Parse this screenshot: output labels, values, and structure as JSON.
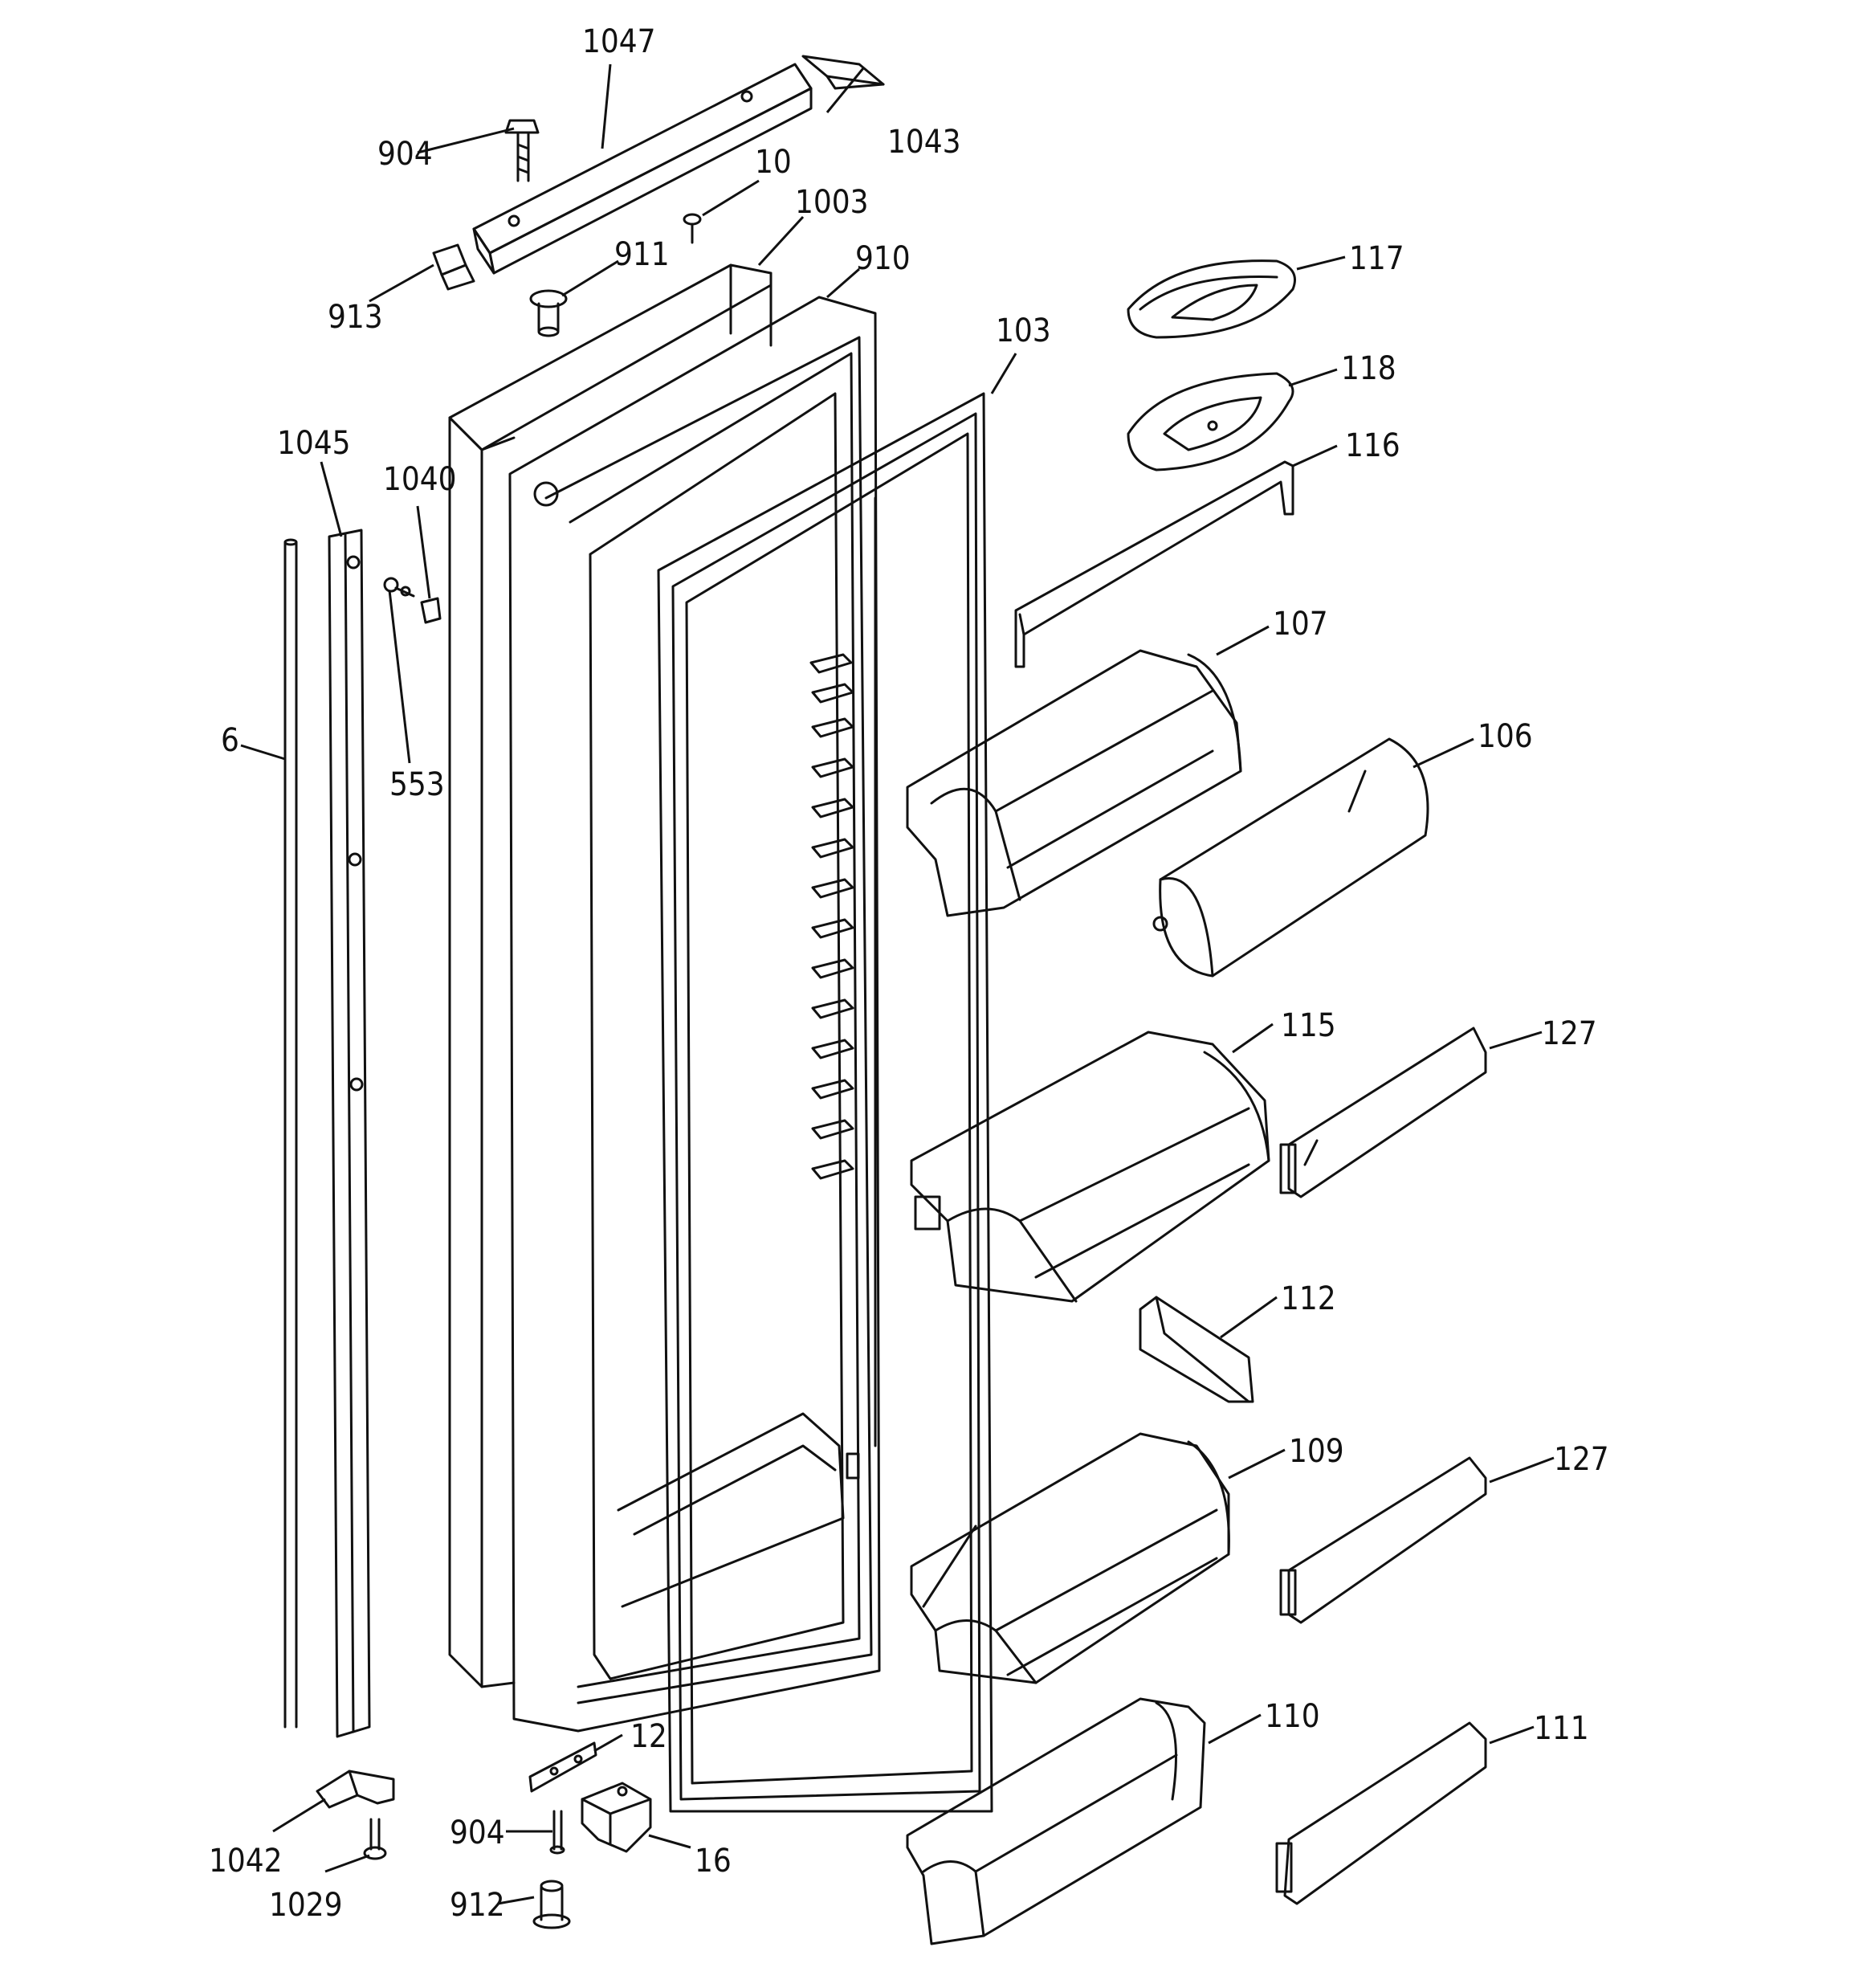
{
  "diagram": {
    "callouts": [
      {
        "id": "c1047a",
        "label": "1047"
      },
      {
        "id": "c1043",
        "label": "1043"
      },
      {
        "id": "c904a",
        "label": "904"
      },
      {
        "id": "c10",
        "label": "10"
      },
      {
        "id": "c1003",
        "label": "1003"
      },
      {
        "id": "c911",
        "label": "911"
      },
      {
        "id": "c910",
        "label": "910"
      },
      {
        "id": "c913",
        "label": "913"
      },
      {
        "id": "c103",
        "label": "103"
      },
      {
        "id": "c117",
        "label": "117"
      },
      {
        "id": "c118",
        "label": "118"
      },
      {
        "id": "c116",
        "label": "116"
      },
      {
        "id": "c1045",
        "label": "1045"
      },
      {
        "id": "c1040",
        "label": "1040"
      },
      {
        "id": "c107",
        "label": "107"
      },
      {
        "id": "c6",
        "label": "6"
      },
      {
        "id": "c553",
        "label": "553"
      },
      {
        "id": "c106",
        "label": "106"
      },
      {
        "id": "c115",
        "label": "115"
      },
      {
        "id": "c127a",
        "label": "127"
      },
      {
        "id": "c112",
        "label": "112"
      },
      {
        "id": "c109",
        "label": "109"
      },
      {
        "id": "c127b",
        "label": "127"
      },
      {
        "id": "c110",
        "label": "110"
      },
      {
        "id": "c111",
        "label": "111"
      },
      {
        "id": "c12",
        "label": "12"
      },
      {
        "id": "c1042",
        "label": "1042"
      },
      {
        "id": "c904b",
        "label": "904"
      },
      {
        "id": "c16",
        "label": "16"
      },
      {
        "id": "c1029",
        "label": "1029"
      },
      {
        "id": "c912",
        "label": "912"
      }
    ]
  }
}
